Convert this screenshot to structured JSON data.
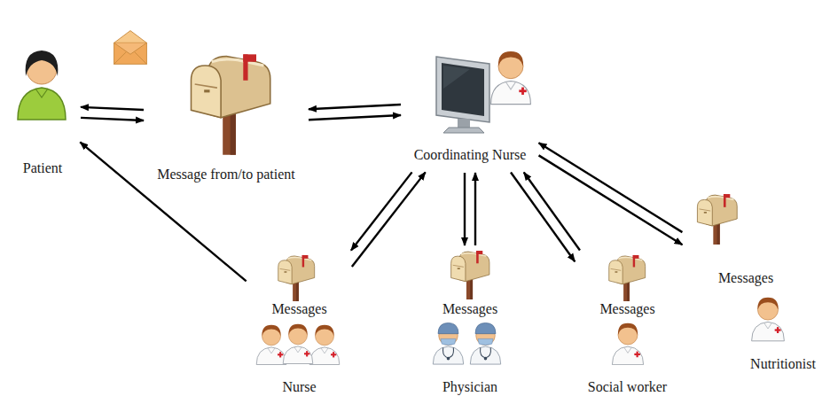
{
  "diagram": {
    "nodes": [
      {
        "text": [
          "Patient"
        ]
      },
      {
        "text": [
          "Message from/to patient"
        ]
      },
      {
        "text": [
          "Coordinating Nurse"
        ]
      },
      {
        "text": [
          "Messages",
          "Nurse"
        ]
      },
      {
        "text": [
          "Messages",
          "Physician"
        ]
      },
      {
        "text": [
          "Messages",
          "Social worker"
        ]
      },
      {
        "text": [
          "Messages",
          "Nutritionist"
        ]
      }
    ],
    "edges": [
      {
        "from": 0,
        "to": 1,
        "arrow": "to"
      },
      {
        "from": 1,
        "to": 0,
        "arrow": "to"
      },
      {
        "from": 1,
        "to": 2,
        "arrow": "to"
      },
      {
        "from": 2,
        "to": 1,
        "arrow": "to"
      },
      {
        "from": 2,
        "to": 3,
        "arrow": "to"
      },
      {
        "from": 3,
        "to": 2,
        "arrow": "to"
      },
      {
        "from": 2,
        "to": 4,
        "arrow": "to"
      },
      {
        "from": 4,
        "to": 2,
        "arrow": "to"
      },
      {
        "from": 2,
        "to": 5,
        "arrow": "to"
      },
      {
        "from": 5,
        "to": 2,
        "arrow": "to"
      },
      {
        "from": 2,
        "to": 6,
        "arrow": "to"
      },
      {
        "from": 6,
        "to": 2,
        "arrow": "to"
      },
      {
        "from": 3,
        "to": 0,
        "arrow": "to"
      }
    ]
  }
}
